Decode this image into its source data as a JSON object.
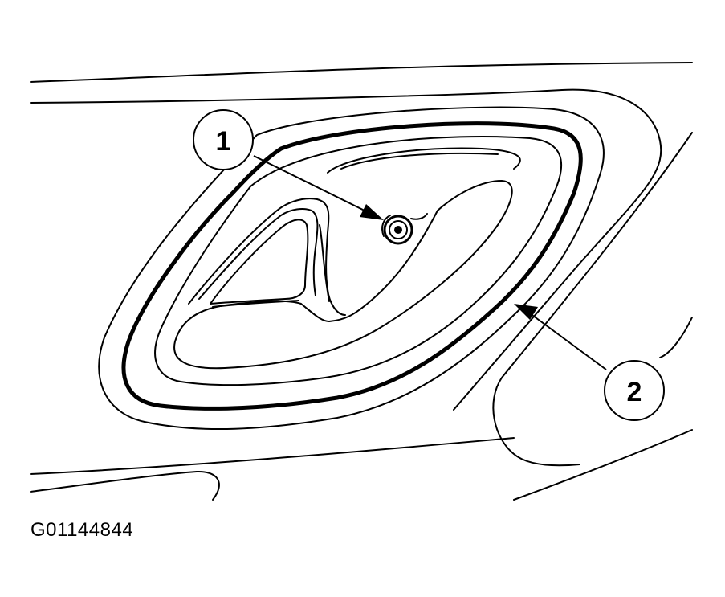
{
  "figure": {
    "id_label": "G01144844",
    "line_color": "#000000",
    "background_color": "#ffffff"
  },
  "callouts": [
    {
      "number": "1",
      "target": "screw"
    },
    {
      "number": "2",
      "target": "handle-bezel"
    }
  ]
}
